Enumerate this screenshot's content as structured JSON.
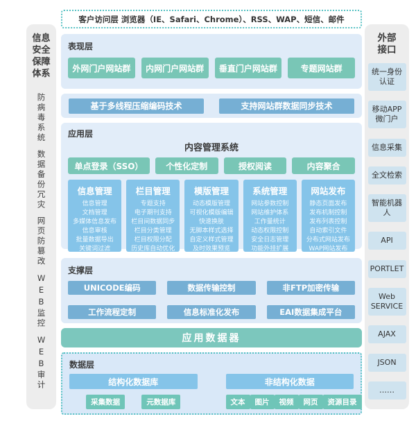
{
  "colors": {
    "teal_accent": "#79c6b6",
    "blue_accent": "#76afd4",
    "sky_accent": "#85c4e9",
    "panel_bg": "#dfebf8",
    "sidebar_bg": "#ededed",
    "dotted_border": "#55c1c3"
  },
  "left_sidebar": {
    "title_lines": [
      "信息",
      "安全",
      "保障",
      "体系"
    ],
    "items": [
      "防病毒系统",
      "数据备份冗灾",
      "网页防篡改",
      "WEB监控",
      "WEB审计"
    ]
  },
  "client_access_bar": {
    "text": "客户访问层  浏览器（IE、Safari、Chrome）、RSS、WAP、短信、邮件"
  },
  "presentation_layer": {
    "label": "表现层",
    "boxes": [
      "外网门户网站群",
      "内网门户网站群",
      "垂直门户网站群",
      "专题网站群"
    ]
  },
  "tech_bar": {
    "boxes": [
      "基于多线程压缩编码技术",
      "支持网站群数据同步技术"
    ]
  },
  "application_layer": {
    "label": "应用层",
    "title": "内容管理系统",
    "feature_boxes": [
      "单点登录（SSO）",
      "个性化定制",
      "授权阅读",
      "内容聚合"
    ],
    "modules": [
      {
        "title": "信息管理",
        "items": [
          "信息管理",
          "文档管理",
          "多媒体信息发布",
          "信息审核",
          "批量数据导出",
          "关键词过滤"
        ]
      },
      {
        "title": "栏目管理",
        "items": [
          "专题支持",
          "电子期刊支持",
          "栏目间数据同步",
          "栏目分类管理",
          "栏目权限分配",
          "历史库自动优化"
        ]
      },
      {
        "title": "模版管理",
        "items": [
          "动态模版管理",
          "可视化模版编辑",
          "快速换肤",
          "无脚本样式选择",
          "自定义样式管理",
          "及时效果预览"
        ]
      },
      {
        "title": "系统管理",
        "items": [
          "网站参数控制",
          "网站维护体系",
          "工作量统计",
          "动态权限控制",
          "安全日志管理",
          "功能外挂扩展"
        ]
      },
      {
        "title": "网站发布",
        "items": [
          "静态页面发布",
          "发布机制控制",
          "发布列表控制",
          "自动索引文件",
          "分布式网站发布",
          "WAP网站发布"
        ]
      }
    ]
  },
  "support_layer": {
    "label": "支撑层",
    "rows": [
      [
        "UNICODE编码",
        "数据传输控制",
        "非FTP加密传输"
      ],
      [
        "工作流程定制",
        "信息标准化发布",
        "EAI数据集成平台"
      ]
    ]
  },
  "app_data_bar": {
    "label": "应用数据器"
  },
  "data_layer": {
    "label": "数据层",
    "structured": {
      "title": "结构化数据库",
      "items": [
        "采集数据",
        "元数据库"
      ]
    },
    "unstructured": {
      "title": "非结构化数据",
      "items": [
        "文本",
        "图片",
        "视频",
        "网页",
        "资源目录"
      ]
    }
  },
  "right_sidebar": {
    "title_lines": [
      "外部",
      "接口"
    ],
    "items": [
      "统一身份认证",
      "移动APP微门户",
      "信息采集",
      "全文检索",
      "智能机器人",
      "API",
      "PORTLET",
      "Web SERVICE",
      "AJAX",
      "JSON",
      "……"
    ]
  }
}
